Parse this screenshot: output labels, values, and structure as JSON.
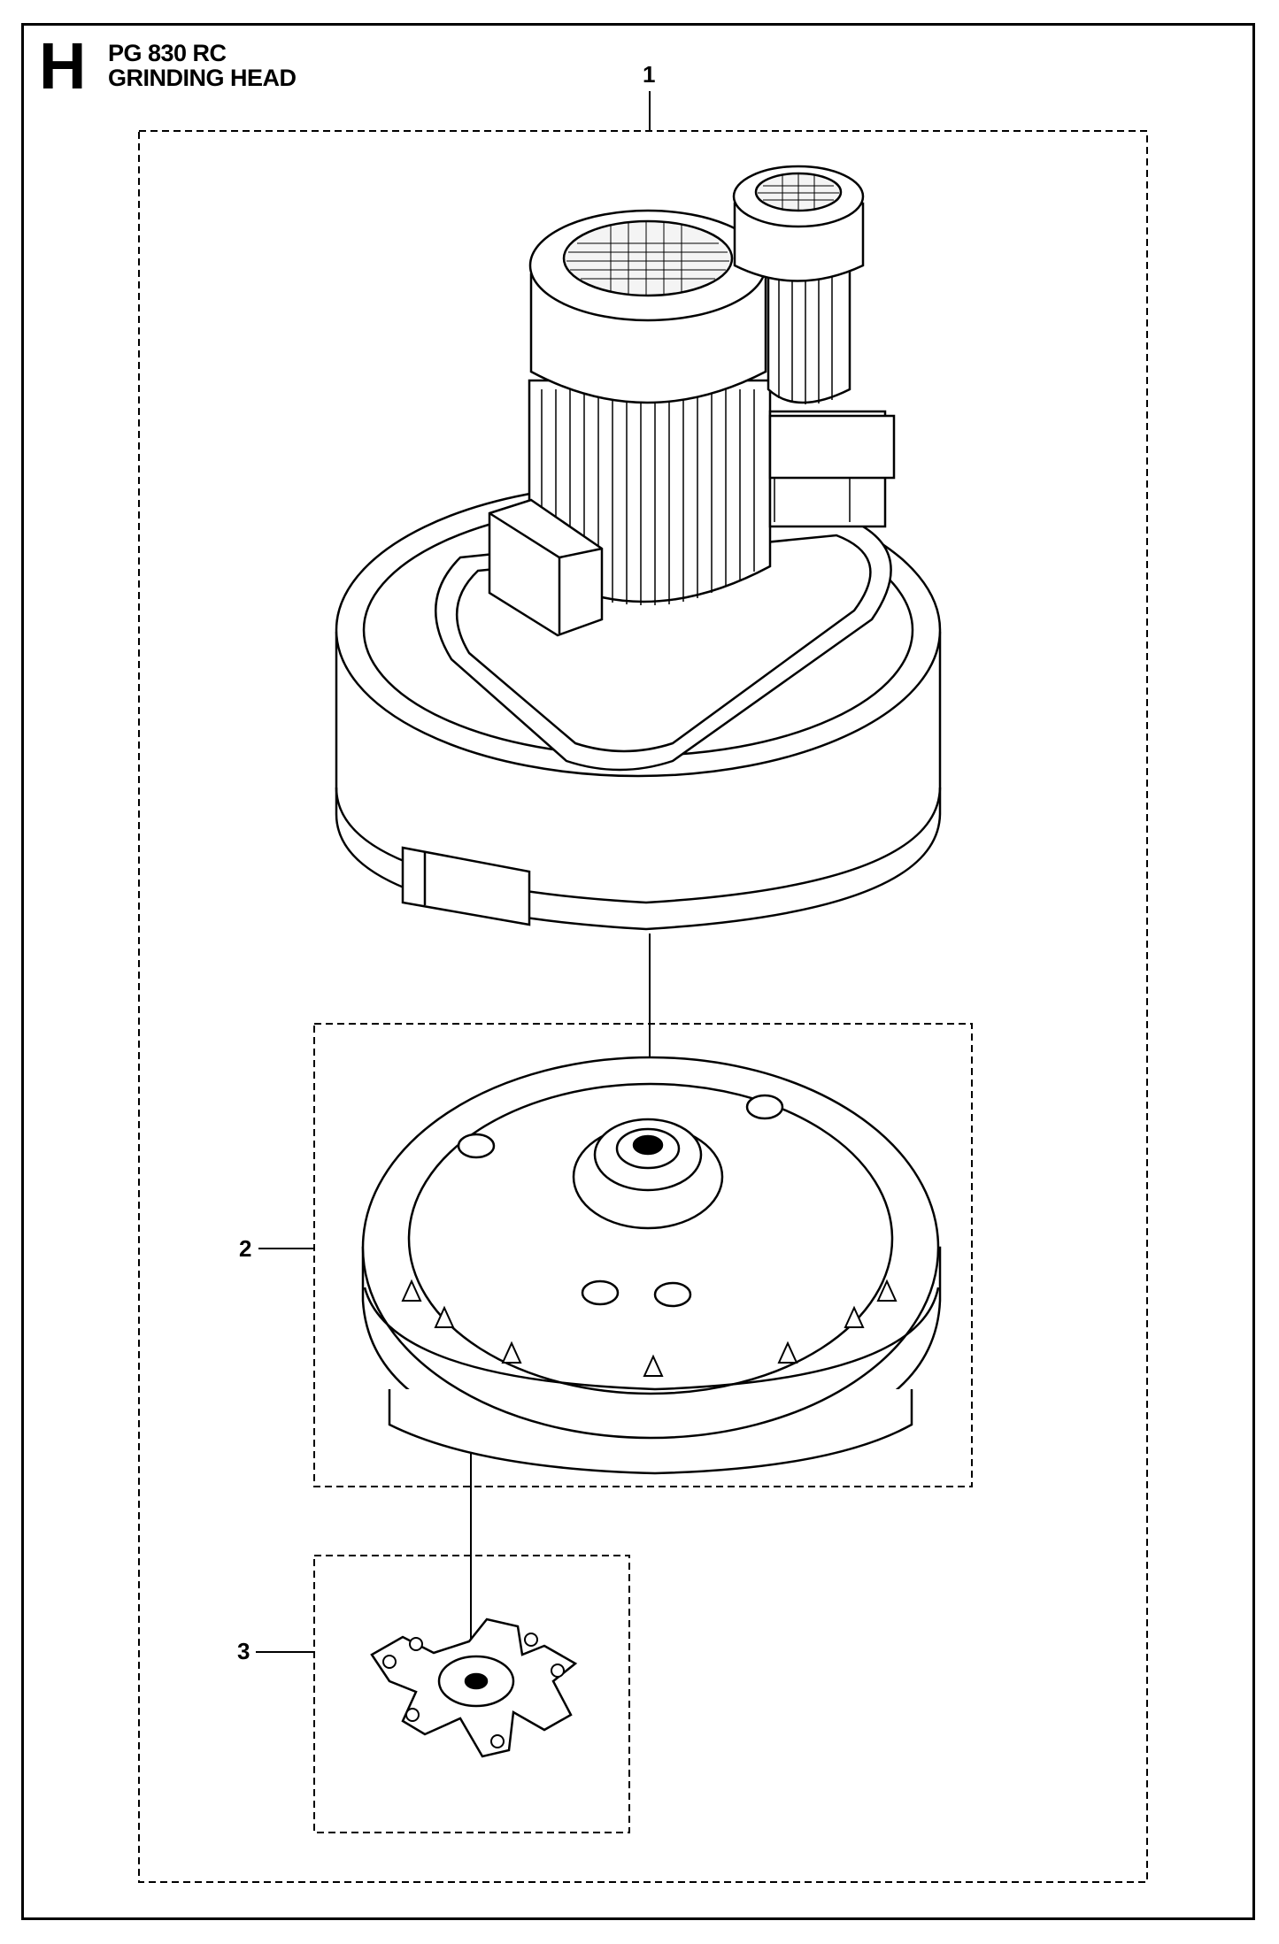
{
  "header": {
    "section_letter": "H",
    "model": "PG 830 RC",
    "title": "GRINDING HEAD"
  },
  "callouts": [
    {
      "label": "1"
    },
    {
      "label": "2"
    },
    {
      "label": "3"
    }
  ]
}
